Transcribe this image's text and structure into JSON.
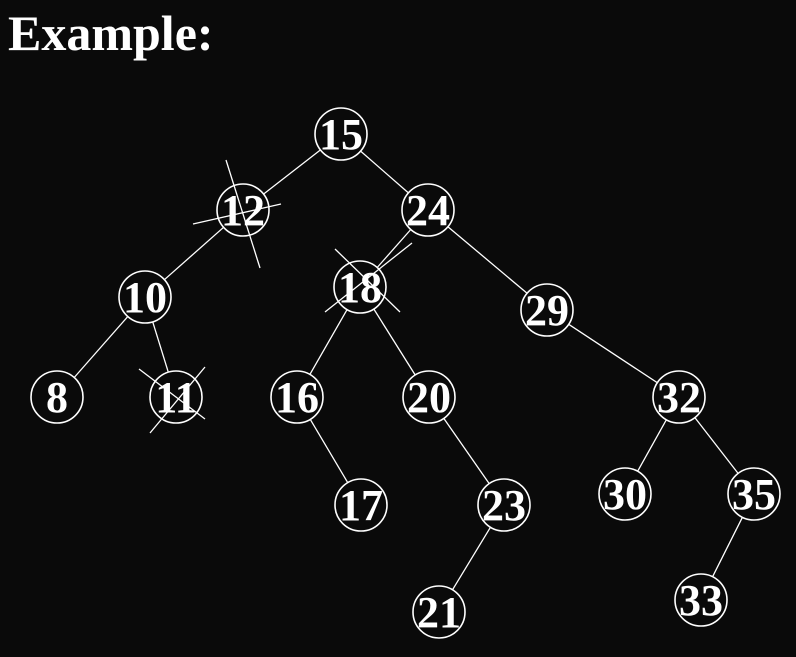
{
  "title": "Example:",
  "colors": {
    "background": "#0a0a0a",
    "foreground": "#ffffff"
  },
  "nodes": [
    {
      "id": "n15",
      "label": "15"
    },
    {
      "id": "n12",
      "label": "12",
      "crossed": true
    },
    {
      "id": "n24",
      "label": "24"
    },
    {
      "id": "n10",
      "label": "10"
    },
    {
      "id": "n18",
      "label": "18",
      "crossed": true
    },
    {
      "id": "n29",
      "label": "29"
    },
    {
      "id": "n8",
      "label": "8"
    },
    {
      "id": "n11",
      "label": "11",
      "crossed": true
    },
    {
      "id": "n16",
      "label": "16"
    },
    {
      "id": "n20",
      "label": "20"
    },
    {
      "id": "n32",
      "label": "32"
    },
    {
      "id": "n17",
      "label": "17"
    },
    {
      "id": "n23",
      "label": "23"
    },
    {
      "id": "n30",
      "label": "30"
    },
    {
      "id": "n35",
      "label": "35"
    },
    {
      "id": "n21",
      "label": "21"
    },
    {
      "id": "n33",
      "label": "33"
    }
  ],
  "edges": [
    [
      "n15",
      "n12"
    ],
    [
      "n15",
      "n24"
    ],
    [
      "n12",
      "n10"
    ],
    [
      "n24",
      "n18"
    ],
    [
      "n24",
      "n29"
    ],
    [
      "n10",
      "n8"
    ],
    [
      "n10",
      "n11"
    ],
    [
      "n18",
      "n16"
    ],
    [
      "n18",
      "n20"
    ],
    [
      "n29",
      "n32"
    ],
    [
      "n16",
      "n17"
    ],
    [
      "n20",
      "n23"
    ],
    [
      "n32",
      "n30"
    ],
    [
      "n32",
      "n35"
    ],
    [
      "n23",
      "n21"
    ],
    [
      "n35",
      "n33"
    ]
  ]
}
